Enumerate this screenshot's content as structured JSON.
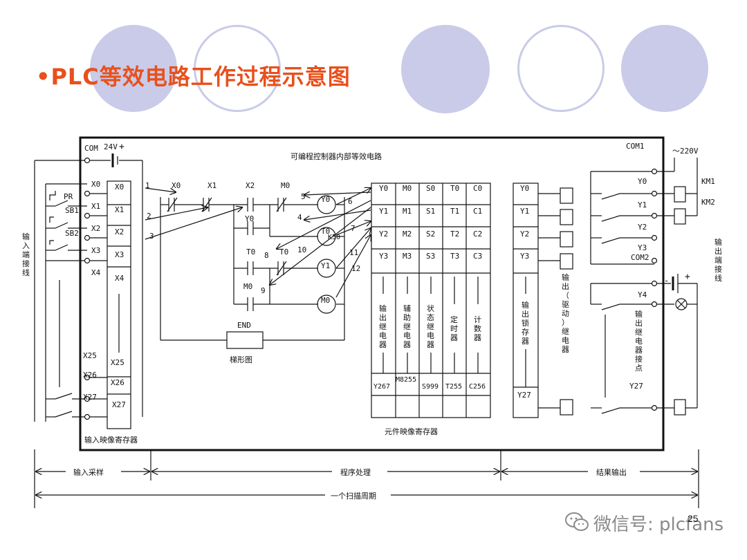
{
  "title": "•PLC等效电路工作过程示意图",
  "colors": {
    "title": "#e8501c",
    "circle_fill": "#c9cbe8",
    "circle_ring": "#c9cbe8"
  },
  "diagram": {
    "header_internal": "可编程控制器内部等效电路",
    "com_top": "COM",
    "v24": "24V",
    "plus": "+",
    "minus": "-",
    "com1": "COM1",
    "com2": "COM2",
    "v220": "～220V",
    "km1": "KM1",
    "km2": "KM2",
    "input_wiring": "输入端接线",
    "output_wiring": "输出端接线",
    "pr": "PR",
    "sb1": "SB1",
    "sb2": "SB2",
    "input_terms": [
      "X0",
      "X1",
      "X2",
      "X3",
      "X4"
    ],
    "x25": "X25",
    "x26": "X26",
    "x27": "X27",
    "image_inputs": [
      "X0",
      "X1",
      "X2",
      "X3",
      "X4"
    ],
    "image_x25": "X25",
    "image_x26": "X26",
    "image_x27": "X27",
    "input_image_reg": "输入映像寄存器",
    "arrow_nums": [
      "1",
      "2",
      "3",
      "4",
      "5",
      "6",
      "7",
      "8",
      "9",
      "10",
      "11",
      "12"
    ],
    "ladder_contacts": [
      "X0",
      "X1",
      "X2",
      "M0",
      "Y0",
      "T0",
      "T0",
      "M0"
    ],
    "coils": [
      "Y0",
      "T0",
      "Y1",
      "M0"
    ],
    "k50": "K50",
    "end": "END",
    "ladder_label": "梯形图",
    "reg_headers": [
      "Y0",
      "M0",
      "S0",
      "T0",
      "C0"
    ],
    "reg_row2": [
      "Y1",
      "M1",
      "S1",
      "T1",
      "C1"
    ],
    "reg_row3": [
      "Y2",
      "M2",
      "S2",
      "T2",
      "C2"
    ],
    "reg_row4": [
      "Y3",
      "M3",
      "S3",
      "T3",
      "C3"
    ],
    "reg_names": [
      "输出继电器",
      "辅助继电器",
      "状态继电器",
      "定时器",
      "计数器"
    ],
    "reg_last": [
      "Y267",
      "M8255",
      "S999",
      "T255",
      "C256"
    ],
    "element_image_reg": "元件映像寄存器",
    "latch_items": [
      "Y0",
      "Y1",
      "Y2",
      "Y3"
    ],
    "latch_name": "输出锁存器",
    "latch_last": "Y27",
    "drive_relay": "输出（驱动）继电器",
    "out_terms": [
      "Y0",
      "Y1",
      "Y2",
      "Y3",
      "Y4"
    ],
    "out_contact_name": "输出继电器接点",
    "out_y27": "Y27",
    "phase_input": "输入采样",
    "phase_program": "程序处理",
    "phase_output": "结果输出",
    "scan_cycle": "一个扫描周期"
  },
  "watermark": "微信号: plcfans",
  "page_number": "25"
}
